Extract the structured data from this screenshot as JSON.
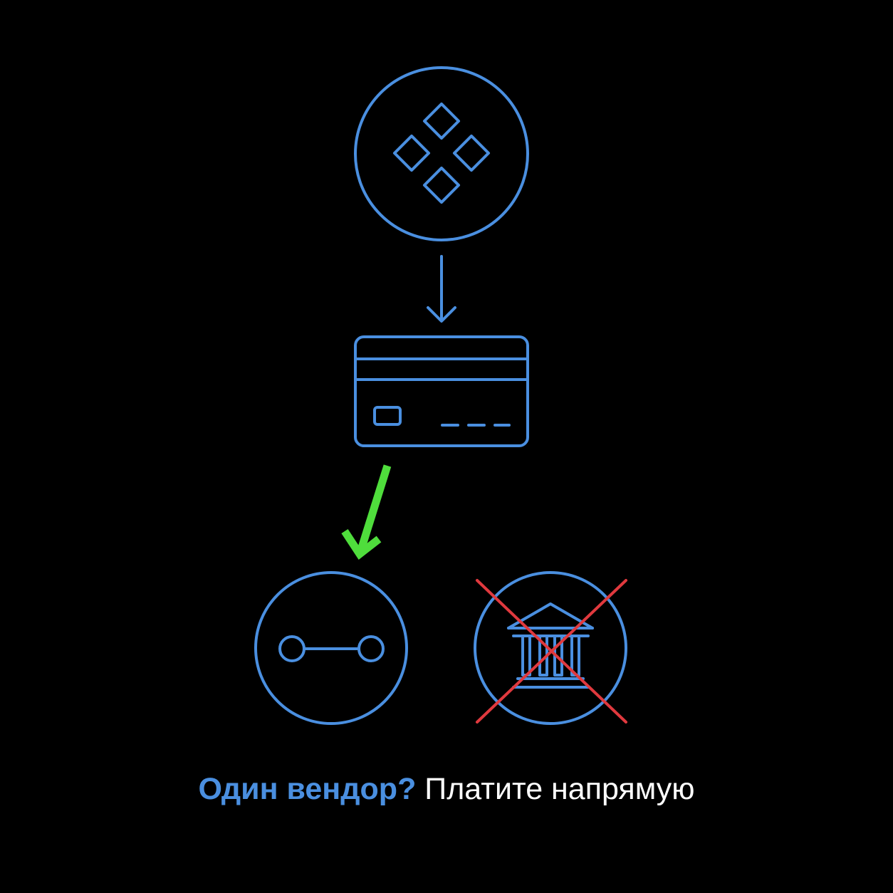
{
  "colors": {
    "background": "#000000",
    "icon_stroke": "#4a8fe0",
    "arrow_neutral": "#4a8fe0",
    "arrow_chosen": "#4fdd3c",
    "cross_out": "#e0393e",
    "caption_question": "#4a8fe0",
    "caption_answer": "#ffffff"
  },
  "nodes": {
    "top": {
      "icon": "diamond-grid-icon"
    },
    "middle": {
      "icon": "credit-card-icon"
    },
    "left": {
      "icon": "direct-connection-icon",
      "state": "chosen"
    },
    "right": {
      "icon": "bank-icon",
      "state": "crossed-out"
    }
  },
  "caption": {
    "question": "Один вендор?",
    "answer": "Платите напрямую"
  }
}
